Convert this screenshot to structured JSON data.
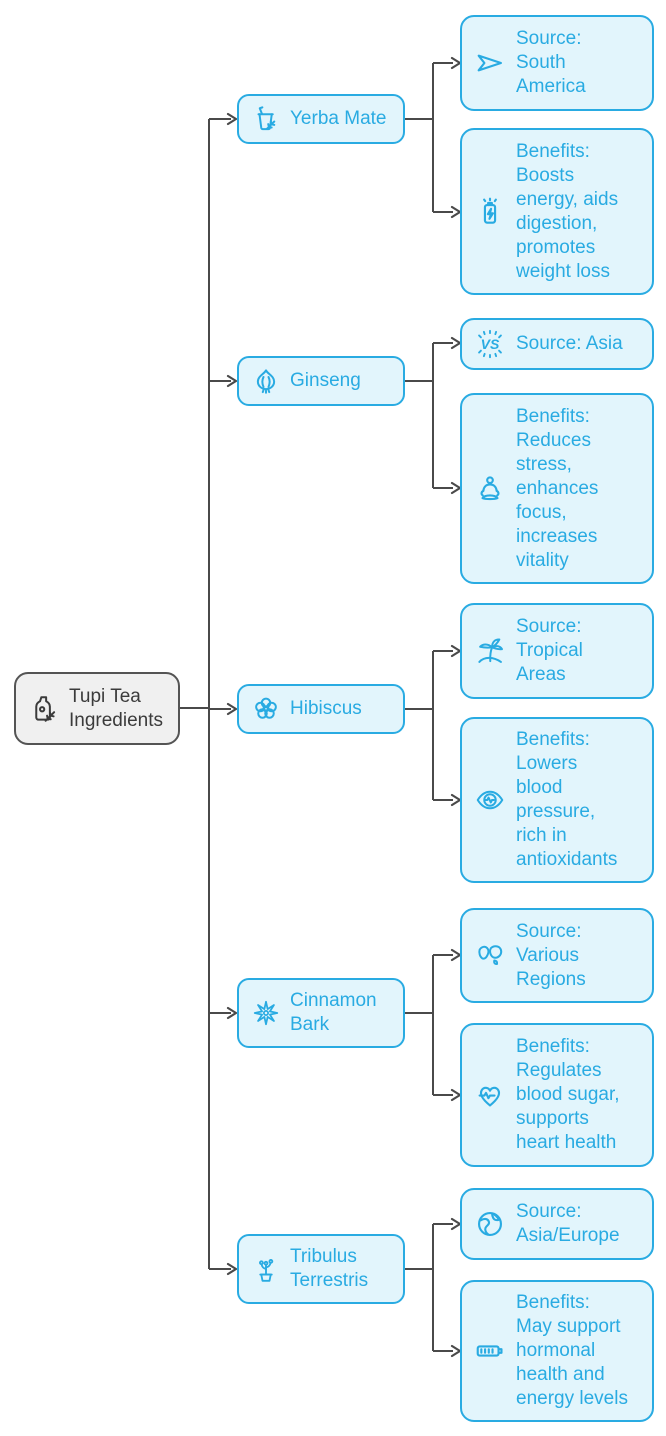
{
  "palette": {
    "accent": "#29abe2",
    "accent_fill": "#e2f5fc",
    "connector_line": "#4a4a4a",
    "root_fill": "#f0f0f0",
    "root_border": "#545454",
    "root_text": "#3b3b3b",
    "background": "#ffffff"
  },
  "root": {
    "label": "Tupi Tea\nIngredients",
    "icon": "herb-bottle-icon"
  },
  "ingredients": [
    {
      "id": "yerba-mate",
      "label": "Yerba Mate",
      "icon": "mate-gourd-icon",
      "source": {
        "icon": "paper-plane-icon",
        "text": "Source:\nSouth\nAmerica"
      },
      "benefits": {
        "icon": "battery-charging-icon",
        "text": "Benefits:\nBoosts\nenergy, aids\ndigestion,\npromotes\nweight loss"
      }
    },
    {
      "id": "ginseng",
      "label": "Ginseng",
      "icon": "ginseng-bulb-icon",
      "source": {
        "icon": "versus-icon",
        "text": "Source: Asia"
      },
      "benefits": {
        "icon": "meditating-person-icon",
        "text": "Benefits:\nReduces\nstress,\nenhances\nfocus,\nincreases\nvitality"
      }
    },
    {
      "id": "hibiscus",
      "label": "Hibiscus",
      "icon": "flower-icon",
      "source": {
        "icon": "palm-tree-icon",
        "text": "Source:\nTropical\nAreas"
      },
      "benefits": {
        "icon": "eye-pulse-icon",
        "text": "Benefits:\nLowers\nblood\npressure,\nrich in\nantioxidants"
      }
    },
    {
      "id": "cinnamon-bark",
      "label": "Cinnamon\nBark",
      "icon": "star-anise-icon",
      "source": {
        "icon": "world-map-icon",
        "text": "Source:\nVarious\nRegions"
      },
      "benefits": {
        "icon": "heart-pulse-icon",
        "text": "Benefits:\nRegulates\nblood sugar,\nsupports\nheart health"
      }
    },
    {
      "id": "tribulus-terrestris",
      "label": "Tribulus\nTerrestris",
      "icon": "potted-plant-icon",
      "source": {
        "icon": "globe-icon",
        "text": "Source:\nAsia/Europe"
      },
      "benefits": {
        "icon": "battery-full-icon",
        "text": "Benefits:\nMay support\nhormonal\nhealth and\nenergy levels"
      }
    }
  ]
}
